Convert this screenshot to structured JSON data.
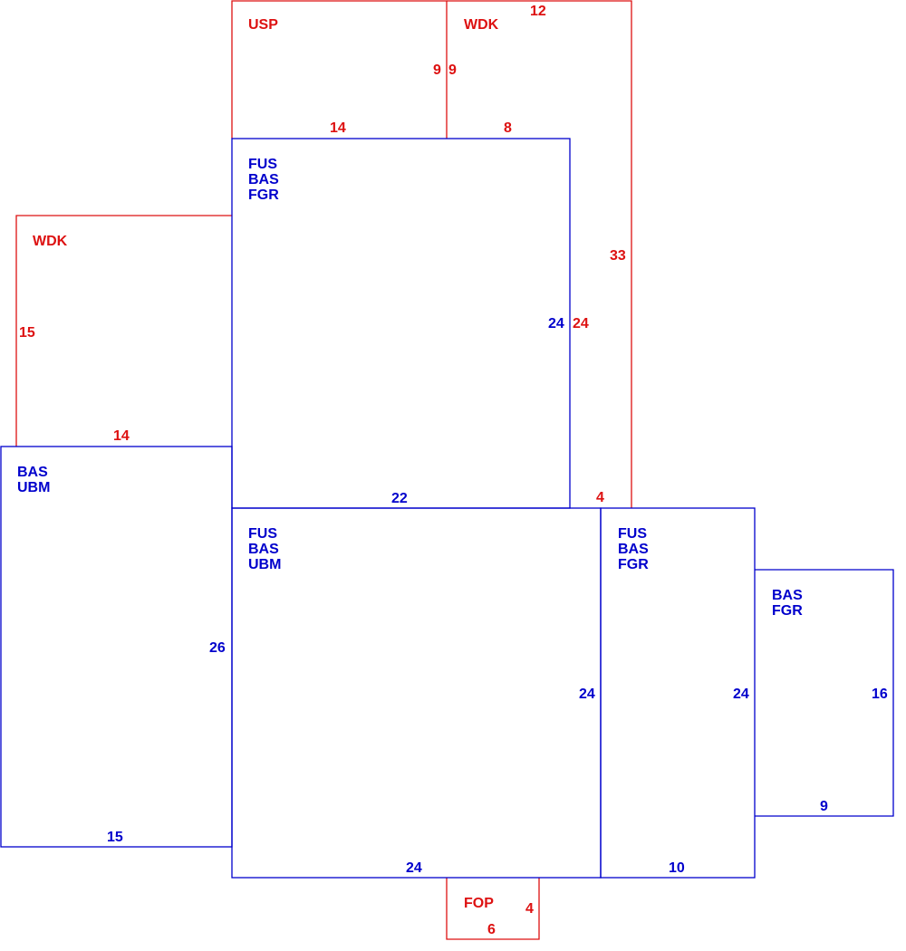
{
  "colors": {
    "living": "#0000cc",
    "exterior": "#dd1111",
    "background": "#ffffff"
  },
  "sections": [
    {
      "id": "usp",
      "kind": "exterior",
      "labels": [
        "USP"
      ],
      "dims": [
        "9",
        "14"
      ]
    },
    {
      "id": "wdk-top",
      "kind": "exterior",
      "labels": [
        "WDK"
      ],
      "dims": [
        "12",
        "9",
        "8",
        "33",
        "24",
        "4"
      ]
    },
    {
      "id": "wdk-left",
      "kind": "exterior",
      "labels": [
        "WDK"
      ],
      "dims": [
        "15",
        "14"
      ]
    },
    {
      "id": "upper-main",
      "kind": "living",
      "labels": [
        "FUS",
        "BAS",
        "FGR"
      ],
      "dims": [
        "24",
        "22"
      ]
    },
    {
      "id": "left-wing",
      "kind": "living",
      "labels": [
        "BAS",
        "UBM"
      ],
      "dims": [
        "26",
        "15"
      ]
    },
    {
      "id": "lower-main",
      "kind": "living",
      "labels": [
        "FUS",
        "BAS",
        "UBM"
      ],
      "dims": [
        "24",
        "24"
      ]
    },
    {
      "id": "right-wing",
      "kind": "living",
      "labels": [
        "FUS",
        "BAS",
        "FGR"
      ],
      "dims": [
        "24",
        "10"
      ]
    },
    {
      "id": "far-right",
      "kind": "living",
      "labels": [
        "BAS",
        "FGR"
      ],
      "dims": [
        "16",
        "9"
      ]
    },
    {
      "id": "fop",
      "kind": "exterior",
      "labels": [
        "FOP"
      ],
      "dims": [
        "4",
        "6"
      ]
    }
  ]
}
